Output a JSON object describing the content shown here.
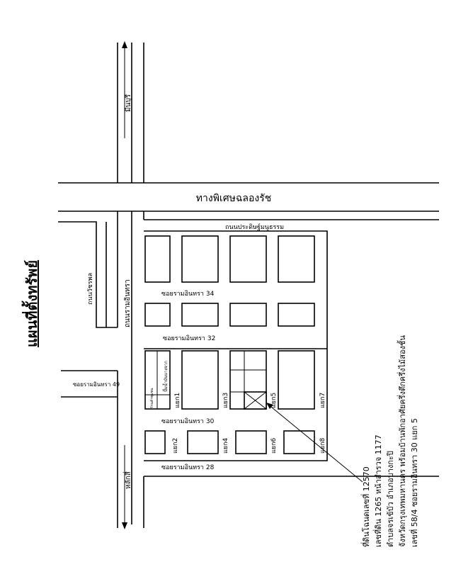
{
  "map": {
    "title": "แผนที่ตั้งทรัพย์",
    "colors": {
      "line": "#000000",
      "background": "#ffffff"
    },
    "roads": {
      "expressway": "ทางพิเศษฉลองรัช",
      "prachathipat": "ถนนประดิษฐ์มนูธรรม",
      "min_buri": "มีนบุรี",
      "lak_si": "หลักสี่",
      "ramintra": "ถนนรามอินทรา",
      "watcharaphon": "ถนนวัชรพล",
      "soi_34": "ซอยรามอินทรา 34",
      "soi_32": "ซอยรามอินทรา 32",
      "soi_30": "ซอยรามอินทรา 30",
      "soi_28": "ซอยรามอินทรา 28",
      "soi_49": "ซอยรามอินทรา 49"
    },
    "lanes": [
      "แยก1",
      "แยก2",
      "แยก3",
      "แยก4",
      "แยก5",
      "แยก6",
      "แยก7",
      "แยก8"
    ],
    "landmarks": {
      "gas_station": "ปั๊มน้ำมันบางจาก",
      "store": "ร้านค้าชุมชน"
    },
    "property_info": [
      "ที่ดินโฉนดเลขที่ 12570",
      "เลขที่ดิน 1265 หน้าสำรวจ 1177",
      "ตำบลจรเข้บัว อำเภอบางกะปิ",
      "จังหวัดกรุงเทพมหานคร พร้อมบ้านพักอาศัยครึ่งตึกครึ่งไม้สองชั้น",
      "เลขที่ 58/4 ซอยรามอินทรา 30 แยก 5"
    ]
  }
}
